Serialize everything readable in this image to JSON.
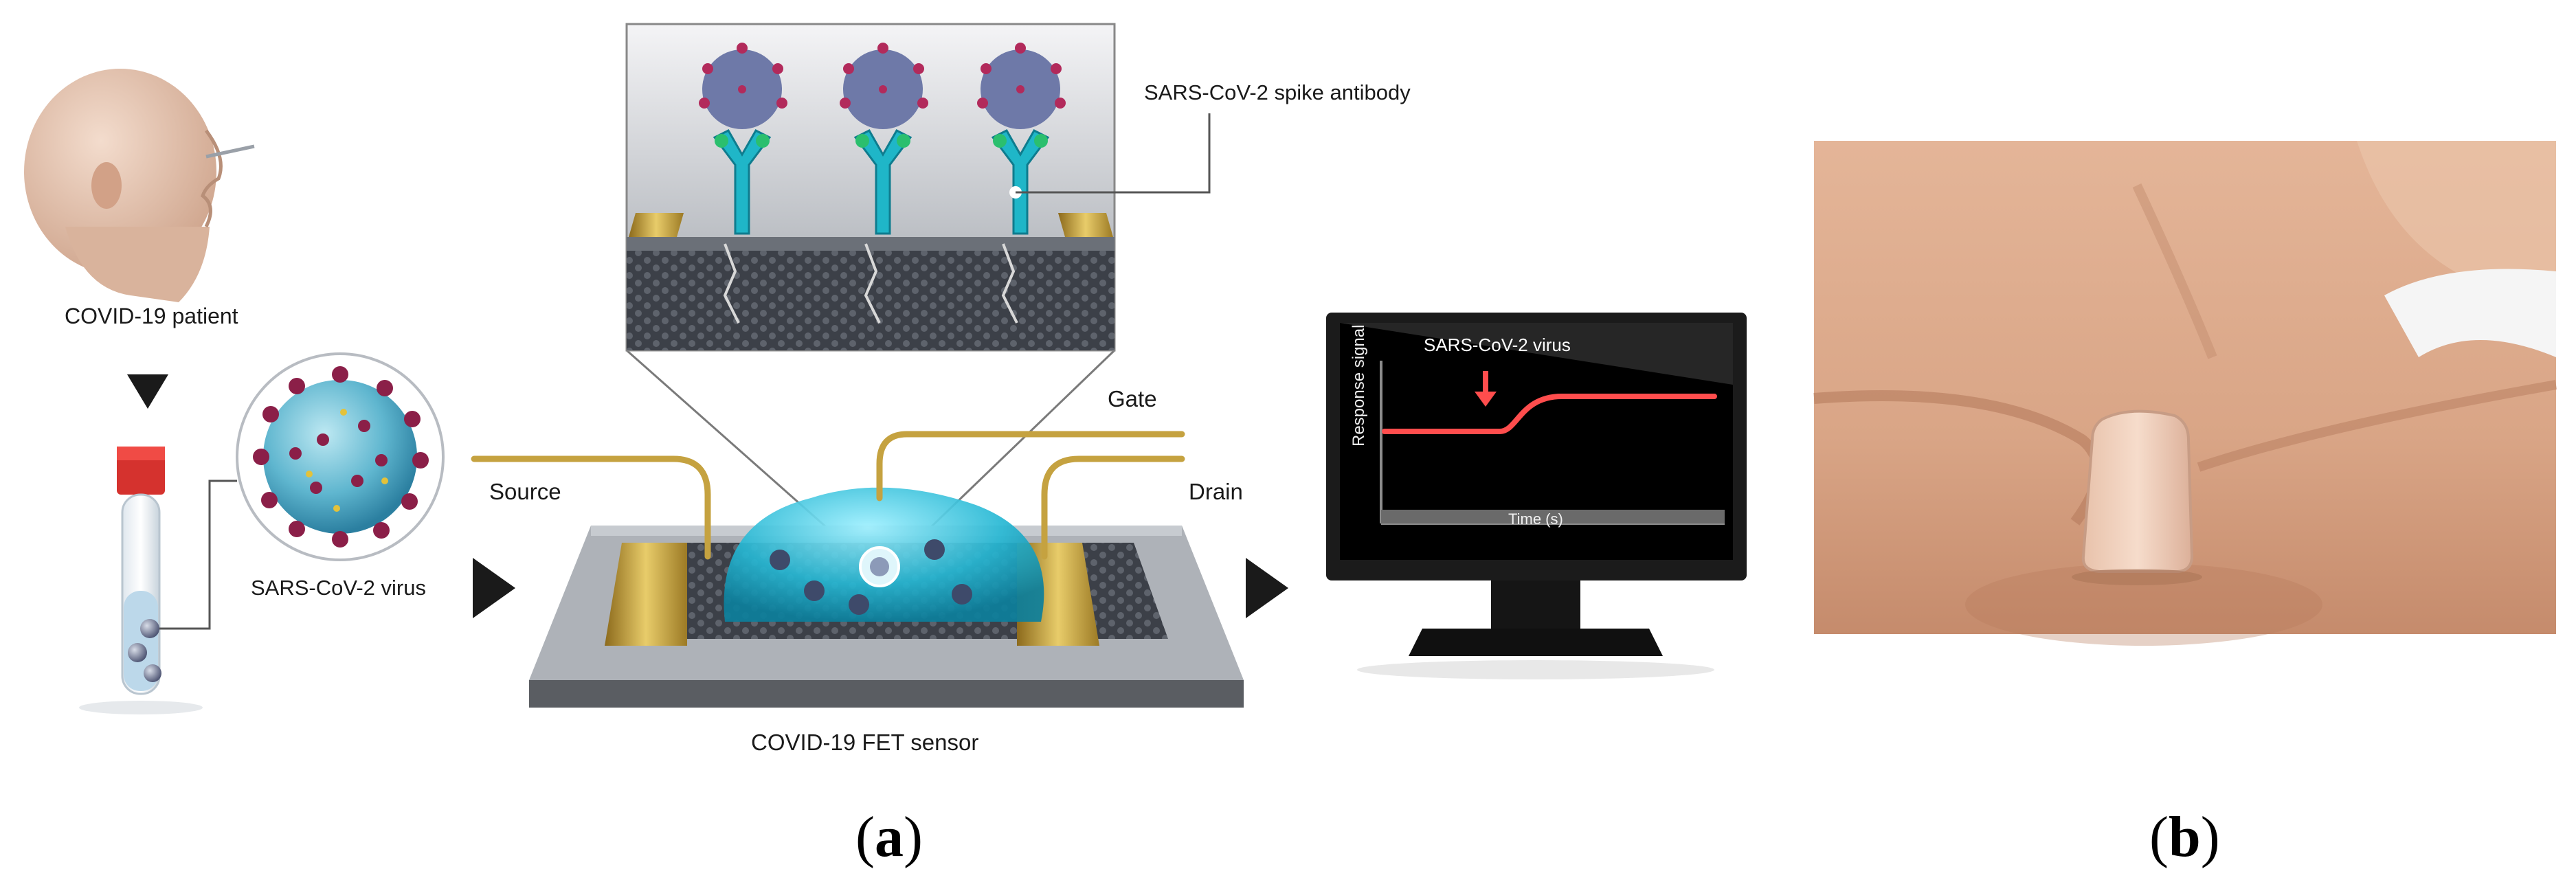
{
  "figure": {
    "panel_a": {
      "label_open": "(",
      "label_letter": "a",
      "label_close": ")",
      "labels": {
        "patient": "COVID-19 patient",
        "virus": "SARS-CoV-2 virus",
        "antibody": "SARS-CoV-2 spike antibody",
        "source": "Source",
        "gate": "Gate",
        "drain": "Drain",
        "sensor": "COVID-19 FET sensor"
      },
      "monitor": {
        "annotation": "SARS-CoV-2 virus",
        "y_axis": "Response signal",
        "x_axis": "Time (s)",
        "signal_color": "#ff4d4d",
        "signal": {
          "baseline": 0.0,
          "step_start": 0.35,
          "plateau": 1.0
        }
      },
      "colors": {
        "gold": "#c9a63c",
        "liquid": "#27b8d4",
        "graphene": "#3a3e45",
        "antibody": "#1fb6c8",
        "virus": "#b22a5b"
      }
    },
    "panel_b": {
      "label_open": "(",
      "label_letter": "b",
      "label_close": ")",
      "skin_color": "#dcab8c",
      "patch_color": "#f1d1bd"
    }
  }
}
